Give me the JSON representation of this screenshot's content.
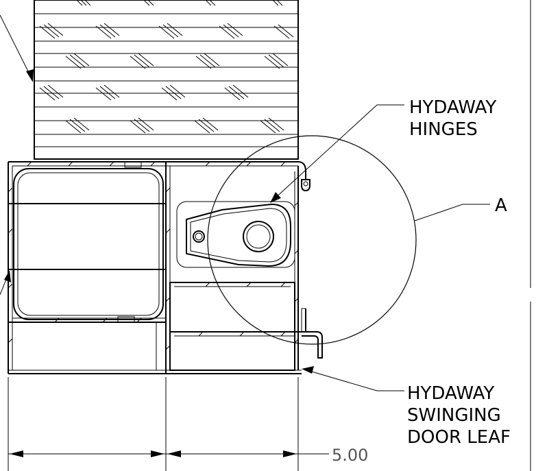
{
  "callouts": {
    "hinges_line1": "HYDAWAY",
    "hinges_line2": "HINGES",
    "detail": "A",
    "leaf_line1": "HYDAWAY",
    "leaf_line2": "SWINGING",
    "leaf_line3": "DOOR LEAF"
  },
  "dimension": {
    "value": "5.00"
  }
}
